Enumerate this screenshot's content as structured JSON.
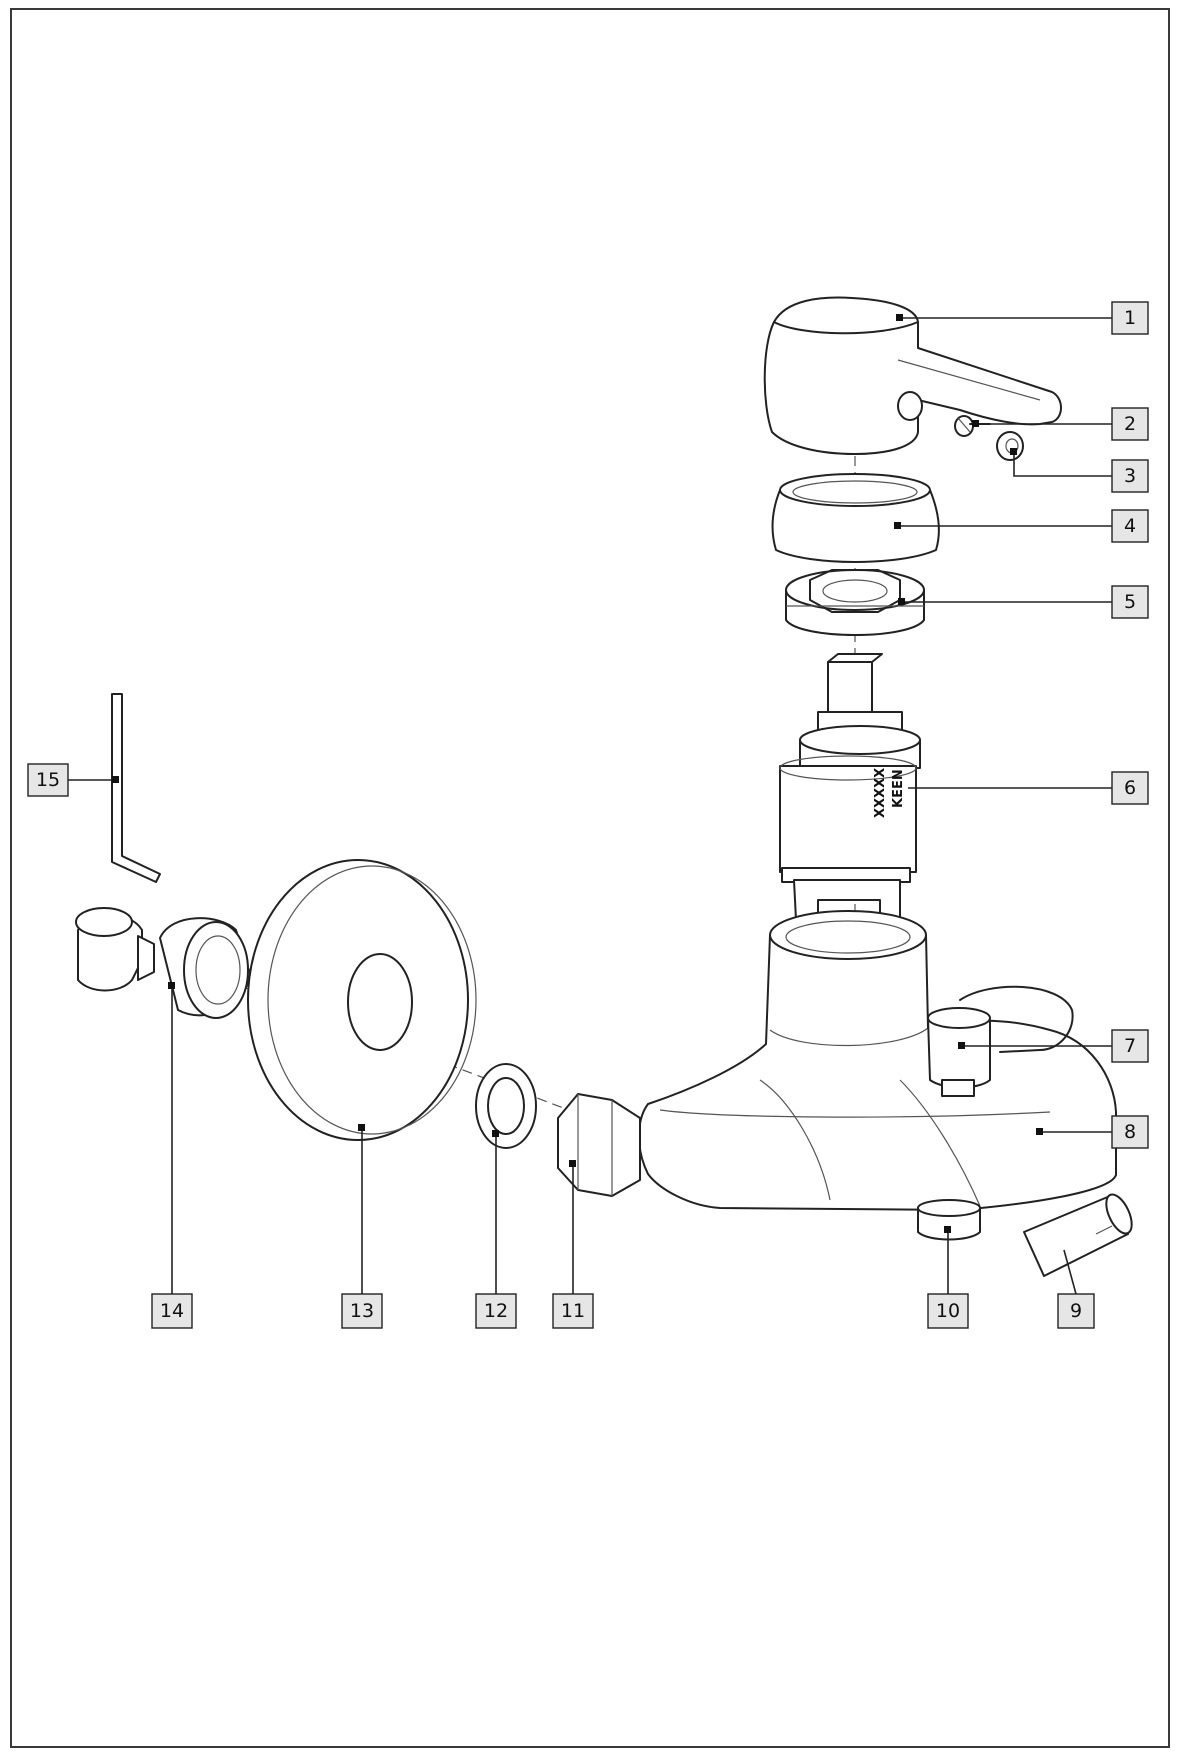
{
  "callouts": [
    "1",
    "2",
    "3",
    "4",
    "5",
    "6",
    "7",
    "8",
    "9",
    "10",
    "11",
    "12",
    "13",
    "14",
    "15"
  ],
  "cartridge_marking": {
    "line1": "KEEN",
    "line2": "XXXXX"
  }
}
